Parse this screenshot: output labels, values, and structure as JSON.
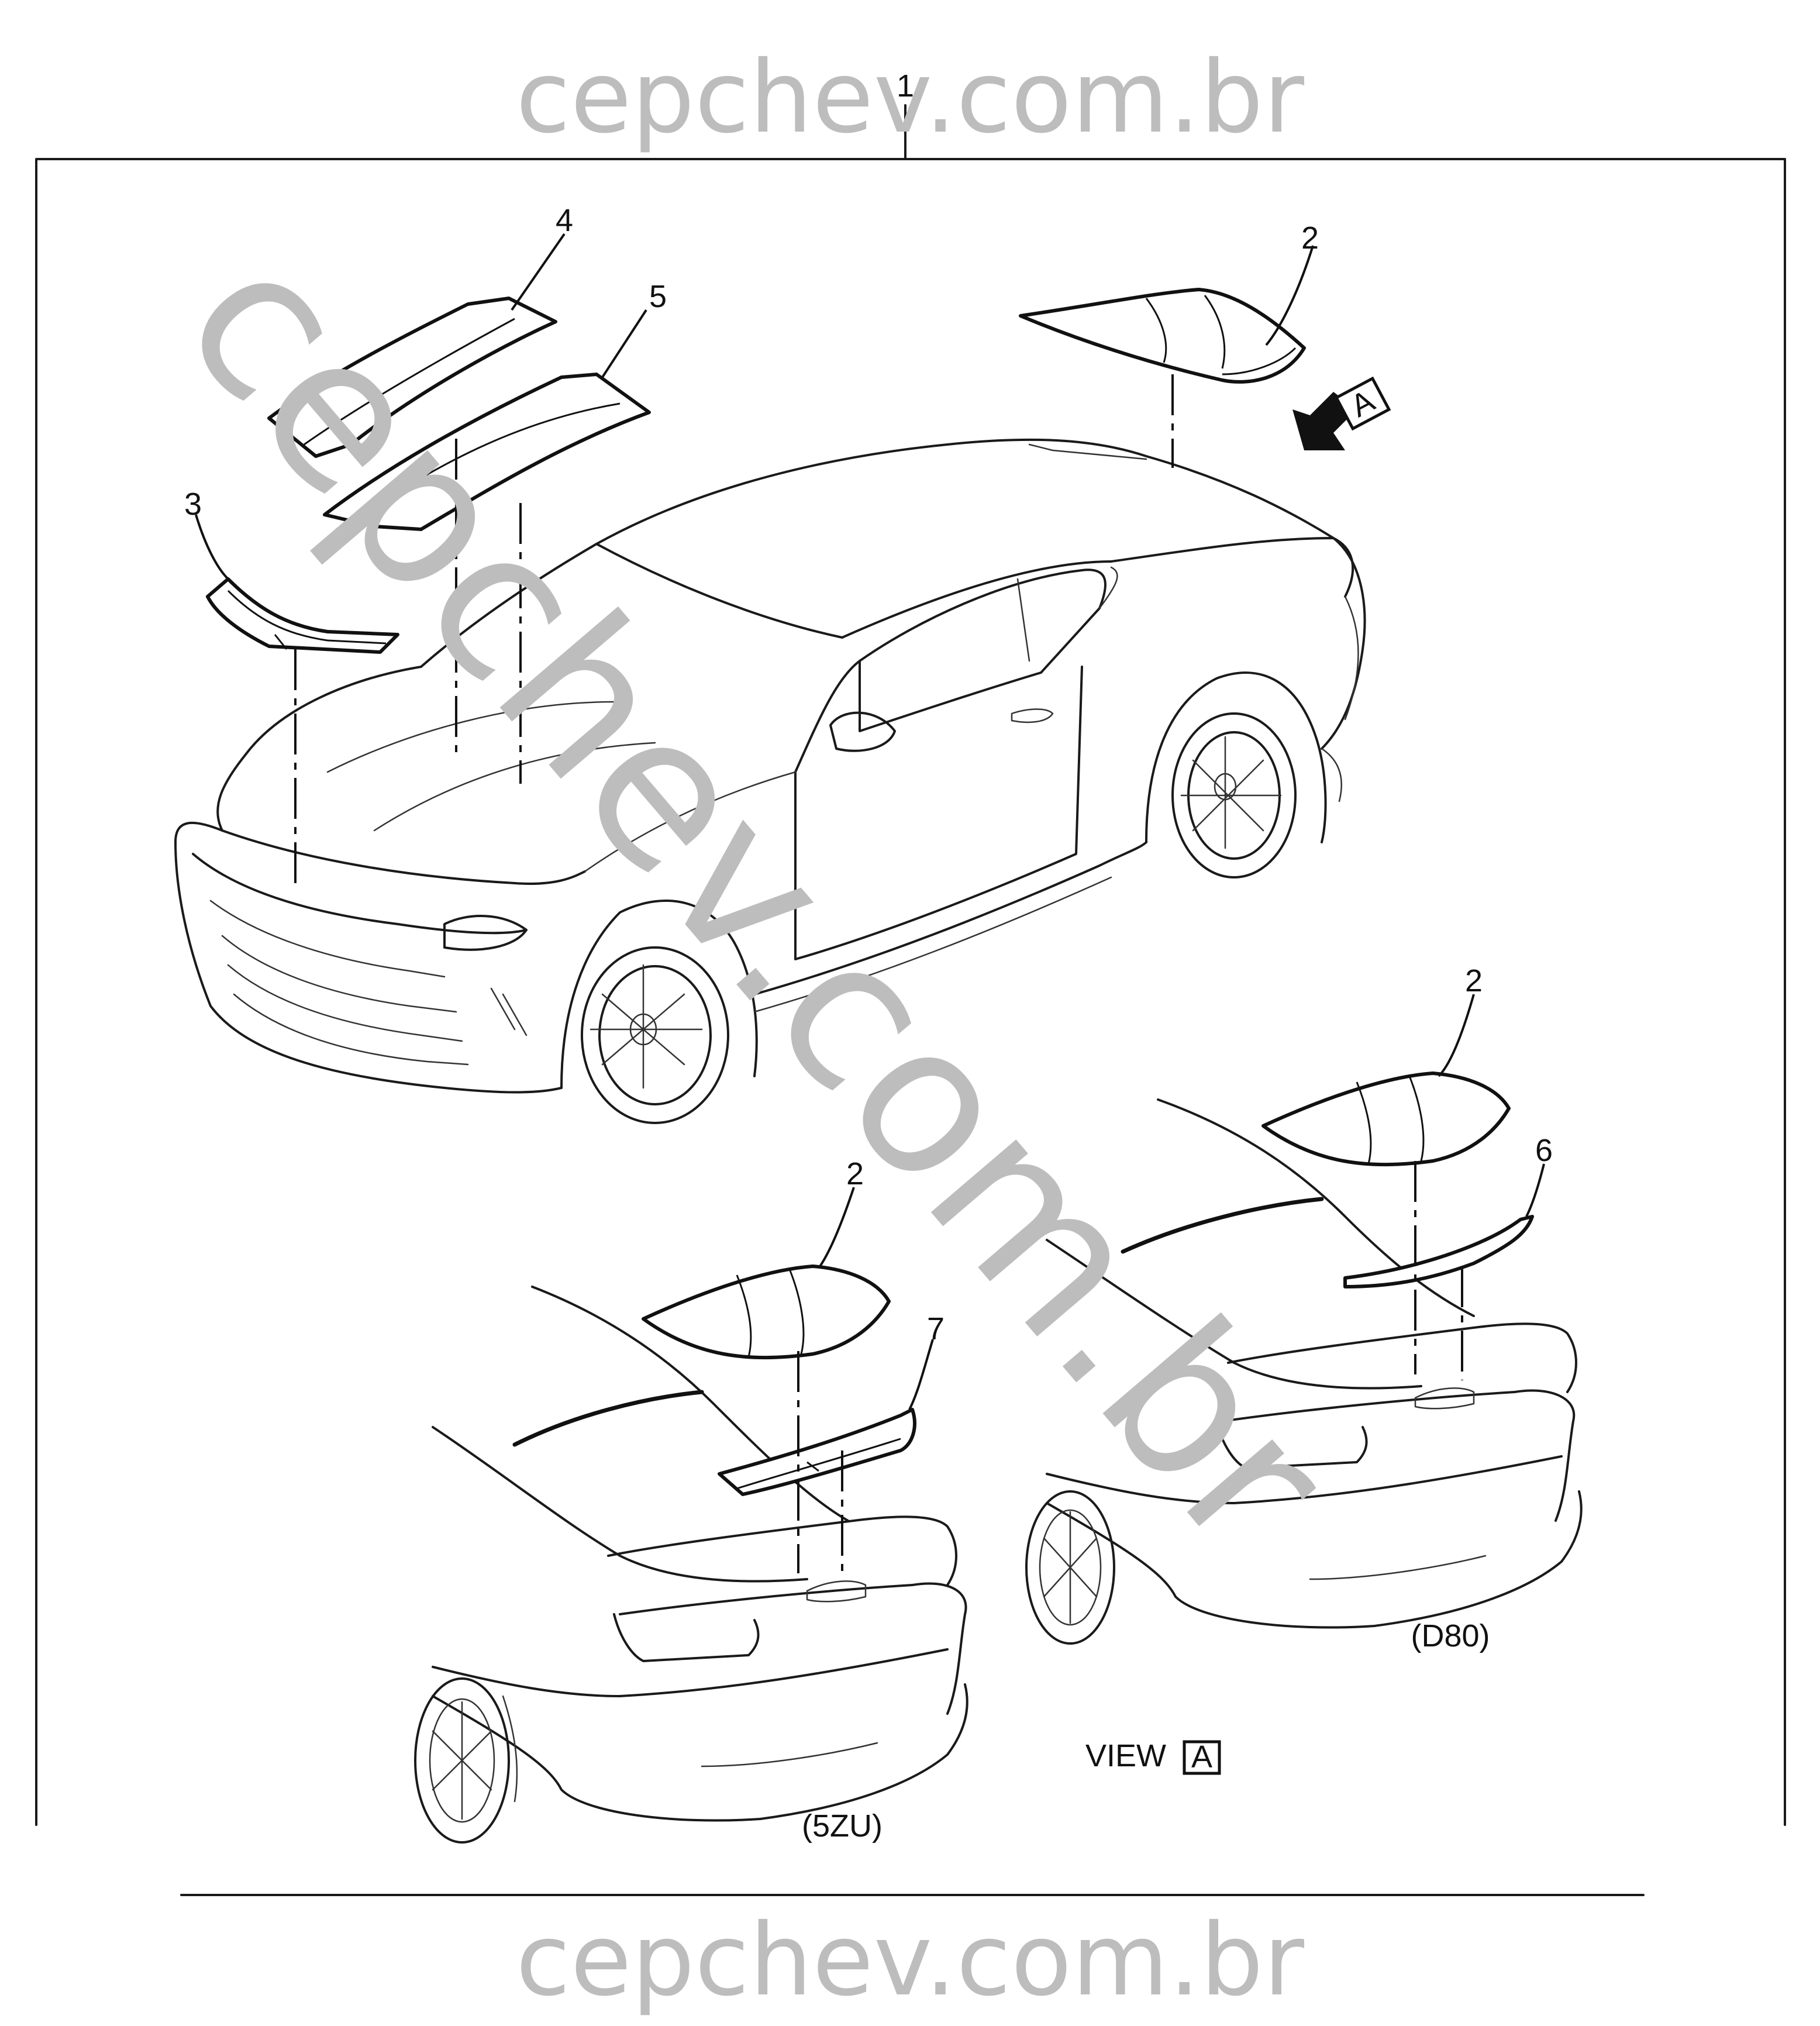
{
  "watermark": {
    "top_text": "cepchev.com.br",
    "bottom_text": "cepchev.com.br",
    "diagonal_text": "cepchev.com.br",
    "color": "#bdbdbd"
  },
  "callouts": {
    "assembly": "1",
    "rear_spoiler_stripe_main": "2",
    "front_fascia_stripe": "3",
    "hood_stripe_left": "4",
    "hood_stripe_right": "5",
    "rear_spoiler_stripe_d80": "2",
    "spoiler_stripe_d80": "6",
    "rear_spoiler_stripe_5zu": "2",
    "spoiler_stripe_5zu": "7",
    "view_arrow": "A"
  },
  "captions": {
    "option_5zu": "(5ZU)",
    "option_d80": "(D80)",
    "view_label": "VIEW",
    "view_letter": "A"
  },
  "colors": {
    "line": "#111111",
    "background": "#ffffff"
  }
}
